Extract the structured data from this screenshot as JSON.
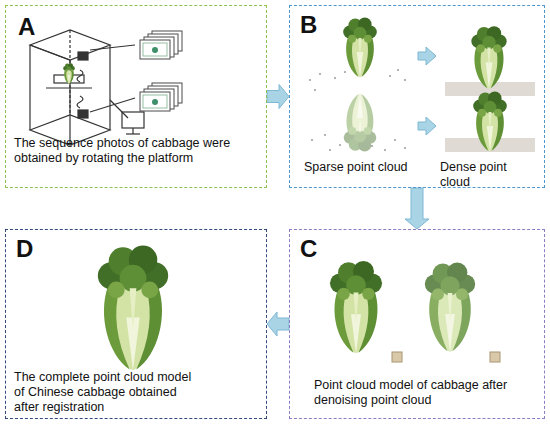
{
  "diagram": {
    "nodes": [
      {
        "text": [
          "A",
          "The sequence photos of cabbage were obtained by rotating the platform"
        ]
      },
      {
        "text": [
          "B",
          "Sparse point cloud",
          "Dense point cloud"
        ]
      },
      {
        "text": [
          "C",
          "Point cloud model of cabbage after denoising point cloud"
        ]
      },
      {
        "text": [
          "D",
          "The complete point cloud model of Chinese cabbage obtained after registration"
        ]
      }
    ],
    "edges": [
      {
        "from": 0,
        "to": 1,
        "arrow": "to"
      },
      {
        "from": 1,
        "to": 2,
        "arrow": "to"
      },
      {
        "from": 2,
        "to": 3,
        "arrow": "to"
      }
    ]
  }
}
